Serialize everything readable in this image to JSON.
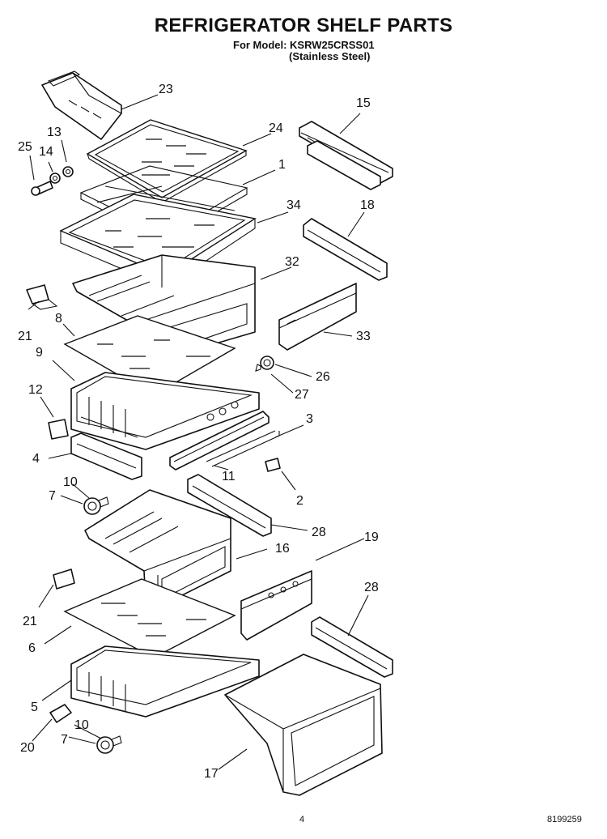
{
  "header": {
    "title": "REFRIGERATOR SHELF PARTS",
    "model_line": "For Model: KSRW25CRSS01",
    "finish_line": "(Stainless Steel)"
  },
  "callouts": [
    {
      "id": "c23",
      "label": "23"
    },
    {
      "id": "c24",
      "label": "24"
    },
    {
      "id": "c15",
      "label": "15"
    },
    {
      "id": "c13",
      "label": "13"
    },
    {
      "id": "c25",
      "label": "25"
    },
    {
      "id": "c14",
      "label": "14"
    },
    {
      "id": "c1",
      "label": "1"
    },
    {
      "id": "c34",
      "label": "34"
    },
    {
      "id": "c18",
      "label": "18"
    },
    {
      "id": "c32",
      "label": "32"
    },
    {
      "id": "c21a",
      "label": "21"
    },
    {
      "id": "c8",
      "label": "8"
    },
    {
      "id": "c33",
      "label": "33"
    },
    {
      "id": "c9",
      "label": "9"
    },
    {
      "id": "c26",
      "label": "26"
    },
    {
      "id": "c27",
      "label": "27"
    },
    {
      "id": "c12",
      "label": "12"
    },
    {
      "id": "c3",
      "label": "3"
    },
    {
      "id": "c4",
      "label": "4"
    },
    {
      "id": "c11",
      "label": "11"
    },
    {
      "id": "c10a",
      "label": "10"
    },
    {
      "id": "c7a",
      "label": "7"
    },
    {
      "id": "c2",
      "label": "2"
    },
    {
      "id": "c28a",
      "label": "28"
    },
    {
      "id": "c19",
      "label": "19"
    },
    {
      "id": "c16",
      "label": "16"
    },
    {
      "id": "c28b",
      "label": "28"
    },
    {
      "id": "c21b",
      "label": "21"
    },
    {
      "id": "c6",
      "label": "6"
    },
    {
      "id": "c5",
      "label": "5"
    },
    {
      "id": "c20",
      "label": "20"
    },
    {
      "id": "c10b",
      "label": "10"
    },
    {
      "id": "c7b",
      "label": "7"
    },
    {
      "id": "c17",
      "label": "17"
    }
  ],
  "footer": {
    "page_number": "4",
    "document_number": "8199259"
  }
}
